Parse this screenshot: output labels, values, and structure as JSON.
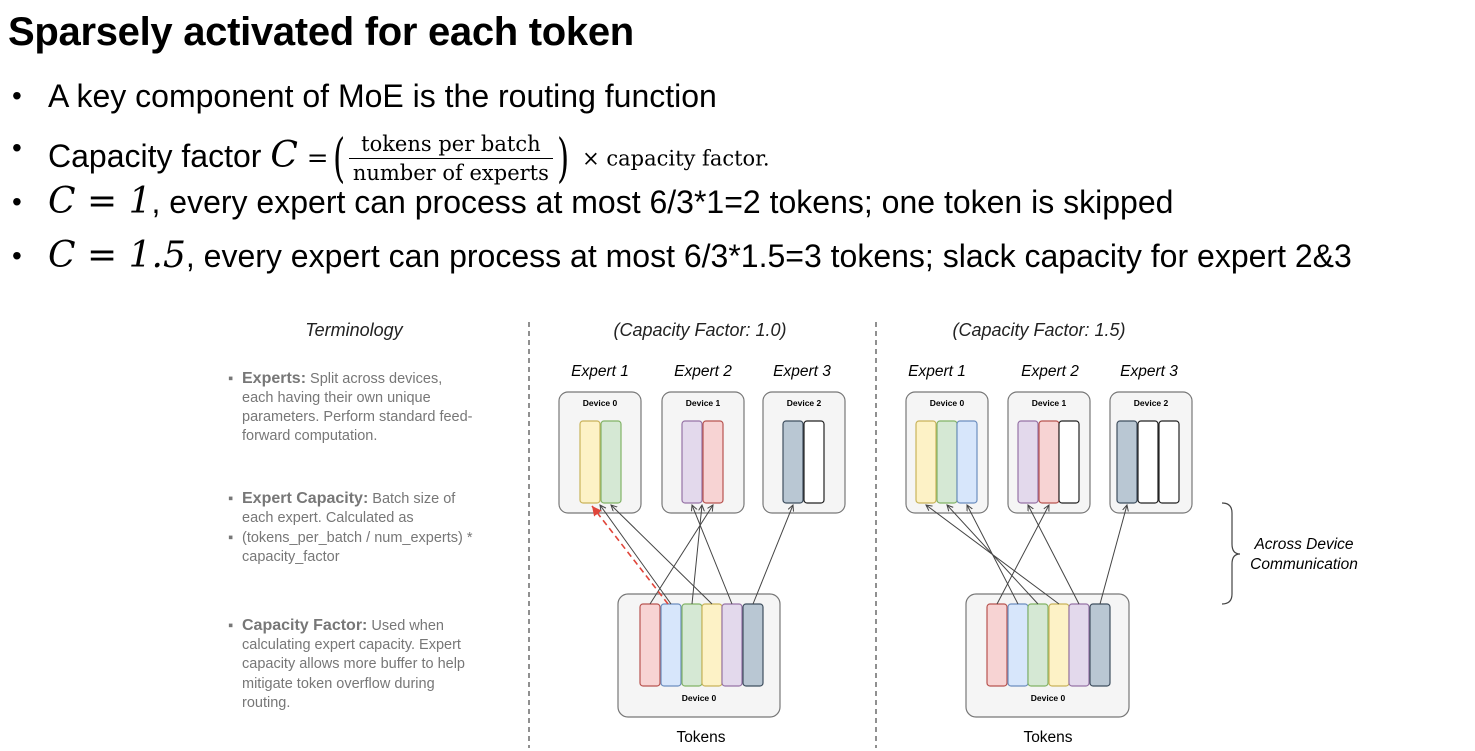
{
  "title": "Sparsely activated for each token",
  "bullets": {
    "b1": "A key component of MoE is the routing function",
    "b2_prefix": "Capacity factor",
    "b2_var": "C",
    "b2_eq": "=",
    "b2_num": "tokens per batch",
    "b2_den": "number of experts",
    "b2_suffix": "× capacity factor.",
    "b3_math": "C = 1",
    "b3_text": ", every expert can process at most 6/3*1=2 tokens; one token is skipped",
    "b4_math": "C = 1.5",
    "b4_text": ", every expert can process at most 6/3*1.5=3 tokens; slack capacity for expert 2&3"
  },
  "terminology": {
    "heading": "Terminology",
    "experts_bold": "Experts:",
    "experts_l1": " Split across devices,",
    "experts_l2": "each having their own unique",
    "experts_l3": "parameters. Perform standard feed-",
    "experts_l4": "forward computation.",
    "capacity_bold": "Expert Capacity:",
    "capacity_l1": " Batch size of",
    "capacity_l2": "each expert. Calculated as",
    "capacity_l3": "(tokens_per_batch / num_experts) *",
    "capacity_l4": "capacity_factor",
    "factor_bold": "Capacity Factor:",
    "factor_l1": " Used when",
    "factor_l2": "calculating expert capacity. Expert",
    "factor_l3": "capacity allows more buffer to help",
    "factor_l4": "mitigate token overflow during",
    "factor_l5": "routing."
  },
  "panel1": {
    "heading": "(Capacity Factor: 1.0)",
    "expert1": "Expert 1",
    "expert2": "Expert 2",
    "expert3": "Expert 3",
    "device0": "Device 0",
    "device1": "Device 1",
    "device2": "Device 2",
    "tokens_device": "Device 0",
    "tokens_label": "Tokens"
  },
  "panel2": {
    "heading": "(Capacity Factor: 1.5)",
    "expert1": "Expert 1",
    "expert2": "Expert 2",
    "expert3": "Expert 3",
    "device0": "Device 0",
    "device1": "Device 1",
    "device2": "Device 2",
    "tokens_device": "Device 0",
    "tokens_label": "Tokens"
  },
  "brace_label_l1": "Across Device",
  "brace_label_l2": "Communication",
  "colors": {
    "red": "#f7d3d3",
    "blue": "#d7e6fb",
    "green": "#d5e8d4",
    "yellow": "#fdf2c6",
    "purple": "#e3d9ec",
    "slate": "#b9c7d3",
    "box_fill": "#f5f5f5",
    "box_stroke": "#777777",
    "dropped_arrow": "#e0453a"
  }
}
